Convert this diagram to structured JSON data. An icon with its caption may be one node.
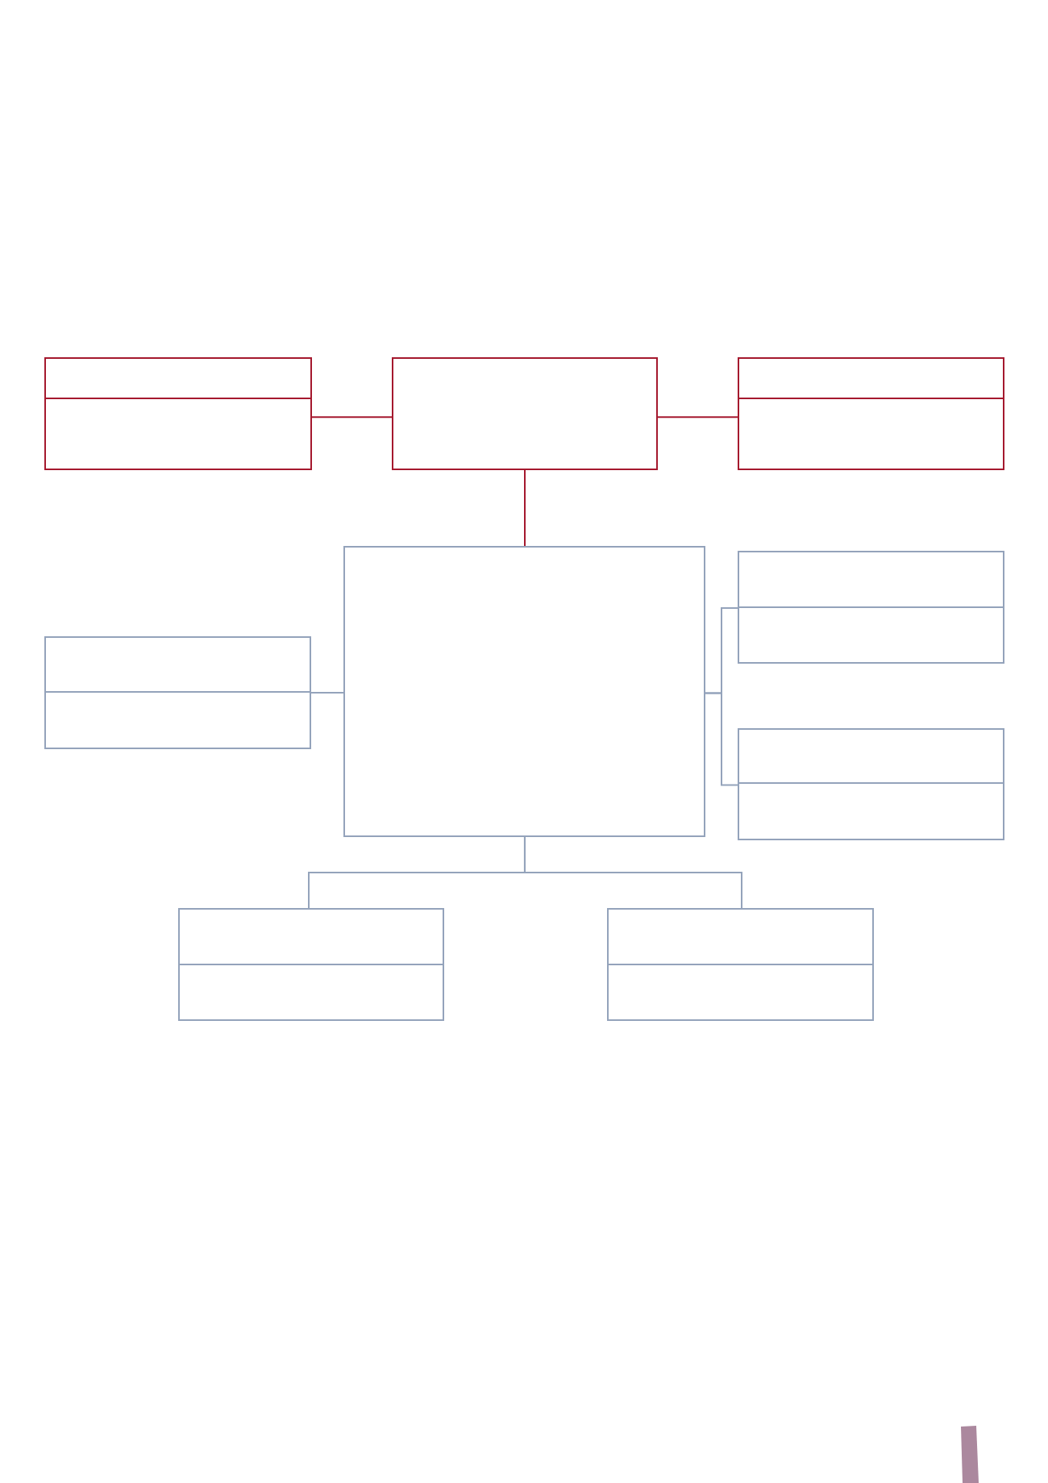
{
  "diagram": {
    "nodes": [
      {
        "text": [],
        "shape": "box"
      },
      {
        "text": [],
        "shape": "box"
      },
      {
        "text": [],
        "shape": "box"
      },
      {
        "text": [],
        "shape": "box"
      },
      {
        "text": [],
        "shape": "box"
      },
      {
        "text": [],
        "shape": "box"
      },
      {
        "text": [],
        "shape": "box"
      },
      {
        "text": [],
        "shape": "box"
      },
      {
        "text": [],
        "shape": "box"
      }
    ],
    "edges": [
      {
        "from": 0,
        "to": 1,
        "arrow": "none",
        "color": "#a5192e"
      },
      {
        "from": 1,
        "to": 2,
        "arrow": "none",
        "color": "#a5192e"
      },
      {
        "from": 1,
        "to": 3,
        "arrow": "none",
        "color": "#a5192e"
      },
      {
        "from": 5,
        "to": 3,
        "arrow": "none"
      },
      {
        "from": 3,
        "to": 4,
        "arrow": "none"
      },
      {
        "from": 3,
        "to": 6,
        "arrow": "none"
      },
      {
        "from": 3,
        "to": 7,
        "arrow": "none"
      },
      {
        "from": 3,
        "to": 8,
        "arrow": "none"
      }
    ]
  }
}
